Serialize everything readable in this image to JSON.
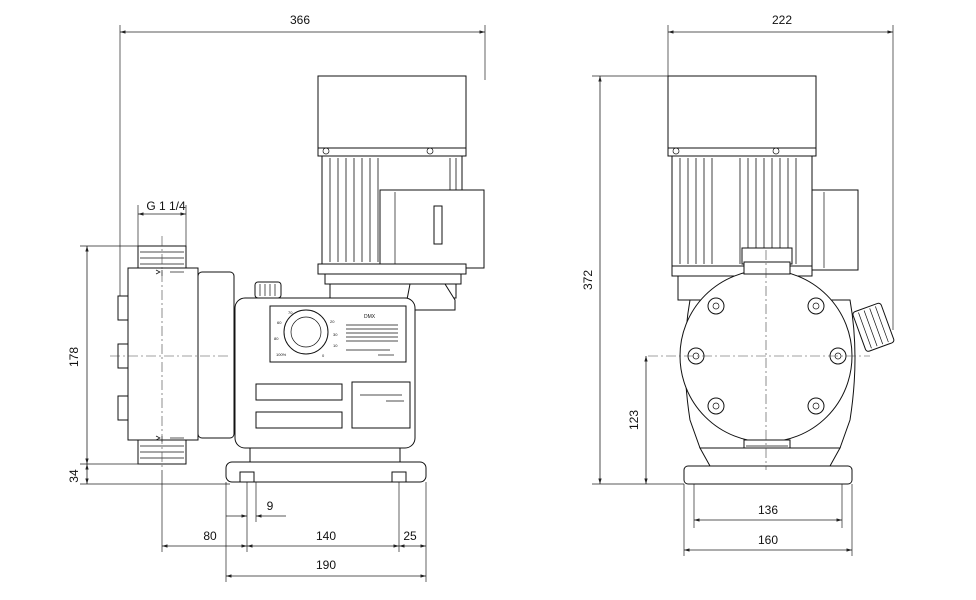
{
  "dimensions": {
    "front_overall_width": "366",
    "side_overall_width": "222",
    "connection_thread": "G 1 1/4",
    "valve_spacing": "178",
    "base_height": "34",
    "offset_9": "9",
    "offset_80": "80",
    "span_140": "140",
    "edge_25": "25",
    "base_width_190": "190",
    "total_height": "372",
    "axis_height": "123",
    "side_mount_136": "136",
    "side_base_160": "160"
  },
  "labels": {
    "model_name": "DMX",
    "dial_top": "70",
    "dial_right_upper": "20",
    "dial_right_mid": "30",
    "dial_right_low": "10",
    "dial_left_mid": "80",
    "dial_left_upper": "60",
    "dial_bottom_left": "100%",
    "dial_bottom_right": "0"
  }
}
